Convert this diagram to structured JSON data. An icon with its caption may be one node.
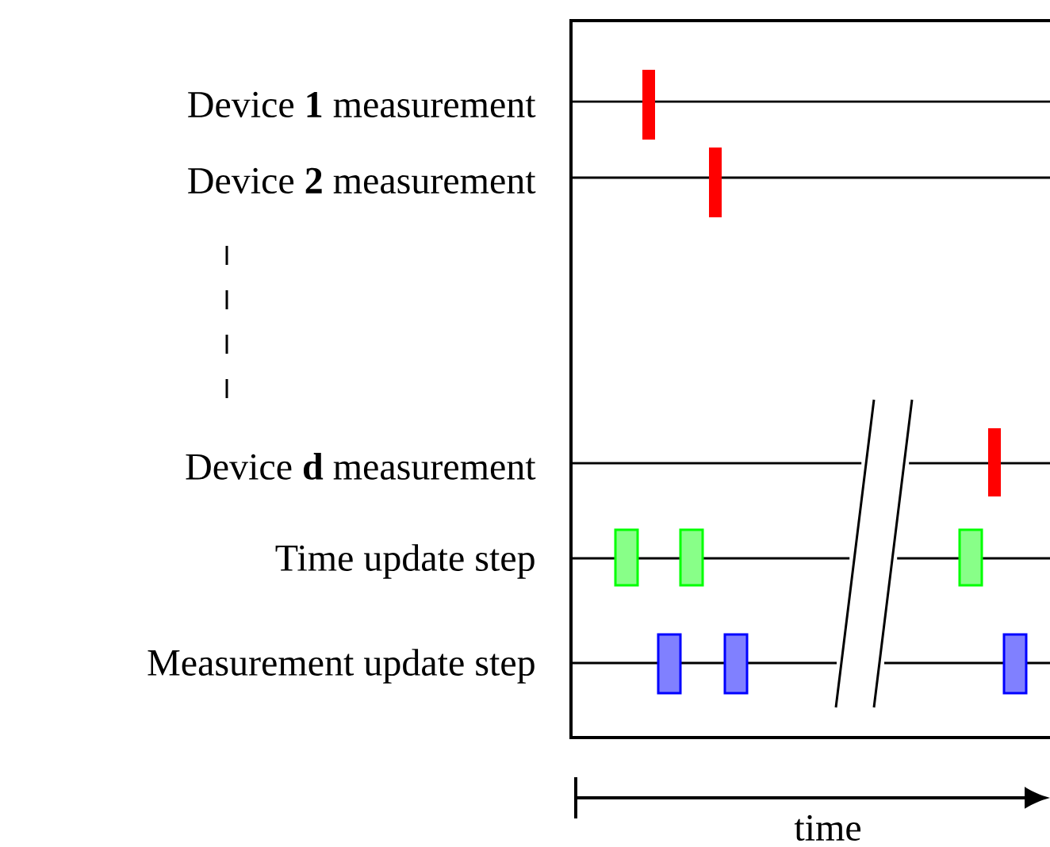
{
  "diagram": {
    "labels": [
      "Device **1** measurement",
      "Device **2** measurement",
      "Device **d** measurement",
      "Time update step",
      "Measurement update step",
      "time"
    ]
  }
}
